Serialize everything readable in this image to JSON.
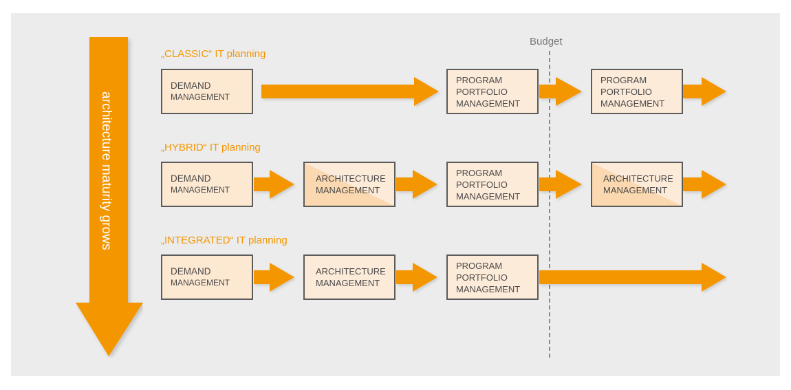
{
  "side_label": "architecture maturity grows",
  "budget_label": "Budget",
  "rows": [
    {
      "title": "„CLASSIC“ IT planning",
      "boxes": [
        {
          "line1": "DEMAND",
          "line2": "MANAGEMENT"
        },
        {
          "line1": "PROGRAM",
          "line2": "PORTFOLIO",
          "line3": "MANAGEMENT"
        },
        {
          "line1": "PROGRAM",
          "line2": "PORTFOLIO",
          "line3": "MANAGEMENT"
        }
      ]
    },
    {
      "title": "„HYBRID“ IT planning",
      "boxes": [
        {
          "line1": "DEMAND",
          "line2": "MANAGEMENT"
        },
        {
          "line1": "ARCHITECTURE",
          "line2": "MANAGEMENT"
        },
        {
          "line1": "PROGRAM",
          "line2": "PORTFOLIO",
          "line3": "MANAGEMENT"
        },
        {
          "line1": "ARCHITECTURE",
          "line2": "MANAGEMENT"
        }
      ]
    },
    {
      "title": "„INTEGRATED“ IT planning",
      "boxes": [
        {
          "line1": "DEMAND",
          "line2": "MANAGEMENT"
        },
        {
          "line1": "ARCHITECTURE",
          "line2": "MANAGEMENT"
        },
        {
          "line1": "PROGRAM",
          "line2": "PORTFOLIO",
          "line3": "MANAGEMENT"
        }
      ]
    }
  ],
  "colors": {
    "accent": "#f39600",
    "box_fill": "#fdebd9",
    "box_border": "#5b5b5b",
    "panel": "#ececec"
  }
}
